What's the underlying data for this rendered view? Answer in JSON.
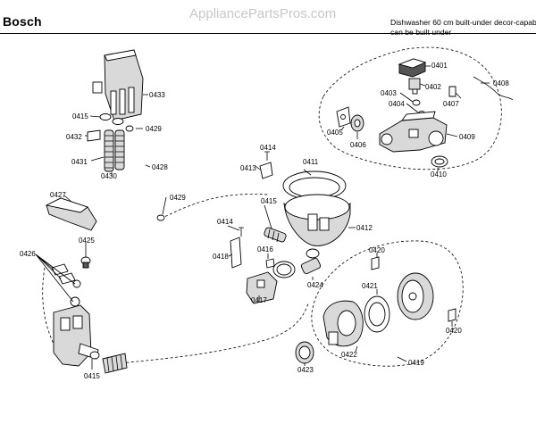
{
  "header": {
    "brand": "Bosch",
    "watermark": "AppliancePartsPros.com",
    "description_line1": "Dishwasher 60 cm built-under decor-capab",
    "description_line2": "can be built under"
  },
  "parts": [
    {
      "id": "p0401",
      "label": "0401"
    },
    {
      "id": "p0402",
      "label": "0402"
    },
    {
      "id": "p0403",
      "label": "0403"
    },
    {
      "id": "p0404",
      "label": "0404"
    },
    {
      "id": "p0405",
      "label": "0405"
    },
    {
      "id": "p0406",
      "label": "0406"
    },
    {
      "id": "p0407",
      "label": "0407"
    },
    {
      "id": "p0408",
      "label": "0408"
    },
    {
      "id": "p0409",
      "label": "0409"
    },
    {
      "id": "p0410",
      "label": "0410"
    },
    {
      "id": "p0411",
      "label": "0411"
    },
    {
      "id": "p0412",
      "label": "0412"
    },
    {
      "id": "p0413",
      "label": "0413"
    },
    {
      "id": "p0414a",
      "label": "0414"
    },
    {
      "id": "p0414b",
      "label": "0414"
    },
    {
      "id": "p0415a",
      "label": "0415"
    },
    {
      "id": "p0415b",
      "label": "0415"
    },
    {
      "id": "p0415c",
      "label": "0415"
    },
    {
      "id": "p0416",
      "label": "0416"
    },
    {
      "id": "p0417",
      "label": "0417"
    },
    {
      "id": "p0418",
      "label": "0418"
    },
    {
      "id": "p0419",
      "label": "0419"
    },
    {
      "id": "p0420a",
      "label": "0420"
    },
    {
      "id": "p0420b",
      "label": "0420"
    },
    {
      "id": "p0421",
      "label": "0421"
    },
    {
      "id": "p0422",
      "label": "0422"
    },
    {
      "id": "p0423",
      "label": "0423"
    },
    {
      "id": "p0424",
      "label": "0424"
    },
    {
      "id": "p0425",
      "label": "0425"
    },
    {
      "id": "p0426",
      "label": "0426"
    },
    {
      "id": "p0427",
      "label": "0427"
    },
    {
      "id": "p0428",
      "label": "0428"
    },
    {
      "id": "p0429a",
      "label": "0429"
    },
    {
      "id": "p0429b",
      "label": "0429"
    },
    {
      "id": "p0430",
      "label": "0430"
    },
    {
      "id": "p0431",
      "label": "0431"
    },
    {
      "id": "p0432",
      "label": "0432"
    },
    {
      "id": "p0433",
      "label": "0433"
    }
  ]
}
